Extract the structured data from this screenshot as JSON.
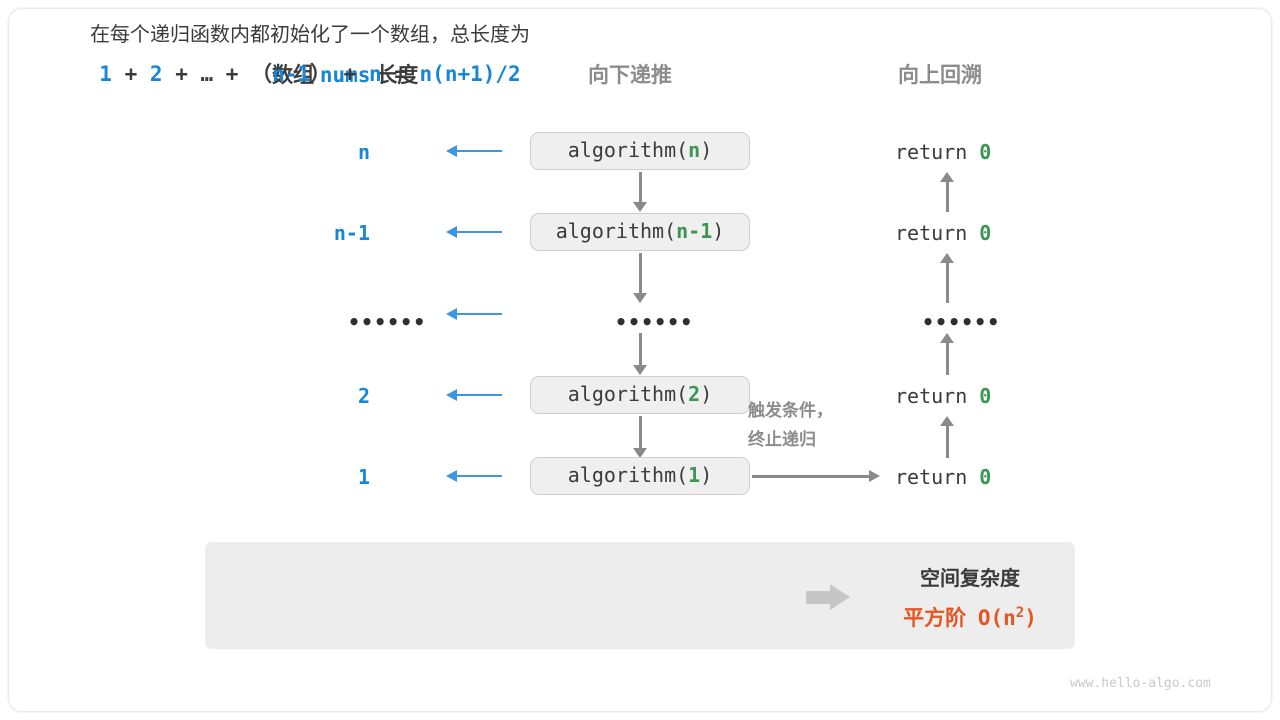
{
  "headers": {
    "left_pre": "数组",
    "left_kw": "nums",
    "left_post": "长度",
    "middle": "向下递推",
    "right": "向上回溯"
  },
  "rows": [
    {
      "size": "n",
      "call_pre": "algorithm(",
      "call_arg": "n",
      "call_post": ")",
      "ret_pre": "return ",
      "ret_val": "0"
    },
    {
      "size": "n-1",
      "call_pre": "algorithm(",
      "call_arg": "n-1",
      "call_post": ")",
      "ret_pre": "return ",
      "ret_val": "0"
    },
    {
      "size": "••••••",
      "call_pre": "",
      "call_arg": "••••••",
      "call_post": "",
      "ret_pre": "",
      "ret_val": "••••••"
    },
    {
      "size": "2",
      "call_pre": "algorithm(",
      "call_arg": "2",
      "call_post": ")",
      "ret_pre": "return ",
      "ret_val": "0"
    },
    {
      "size": "1",
      "call_pre": "algorithm(",
      "call_arg": "1",
      "call_post": ")",
      "ret_pre": "return ",
      "ret_val": "0"
    }
  ],
  "note": {
    "line1": "触发条件，",
    "line2": "终止递归"
  },
  "panel": {
    "description": "在每个递归函数内都初始化了一个数组，总长度为",
    "formula": {
      "t1": "1",
      "op1": " + ",
      "t2": "2",
      "op2": " + … + （",
      "t3": "n-1",
      "op3": "） + ",
      "t4": "n",
      "op4": " = ",
      "t5": "n(n+1)/2"
    },
    "result_title": "空间复杂度",
    "result_order": "平方阶",
    "result_code_pre": "O(n",
    "result_code_sup": "2",
    "result_code_post": ")"
  },
  "watermark": "www.hello-algo.com",
  "colors": {
    "blue": "#1686d6",
    "green": "#3a9650",
    "gray": "#8a8a8a",
    "orange": "#e8541f",
    "box_fill": "#efefef",
    "panel_fill": "#ededed"
  }
}
